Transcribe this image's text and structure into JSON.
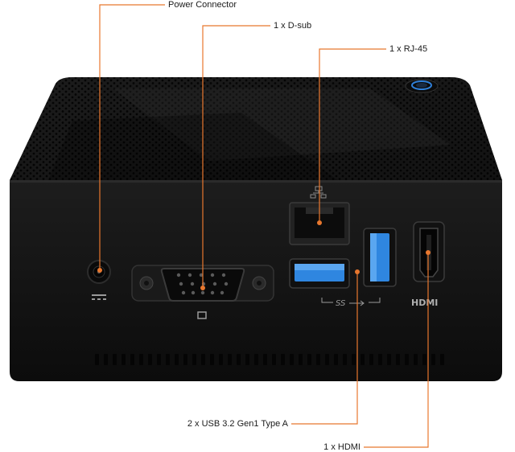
{
  "callouts": {
    "power": "Power Connector",
    "dsub": "1 x D-sub",
    "rj45": "1 x RJ-45",
    "usb": "2 x USB 3.2 Gen1 Type A",
    "hdmi": "1 x HDMI"
  },
  "device_markings": {
    "usb_logo": "SS",
    "hdmi_logo": "HDMI"
  },
  "colors": {
    "leader_line": "#e8772e",
    "usb_blue": "#2f86e0",
    "power_button_ring": "#2f7fd8",
    "chassis": "#141414"
  }
}
